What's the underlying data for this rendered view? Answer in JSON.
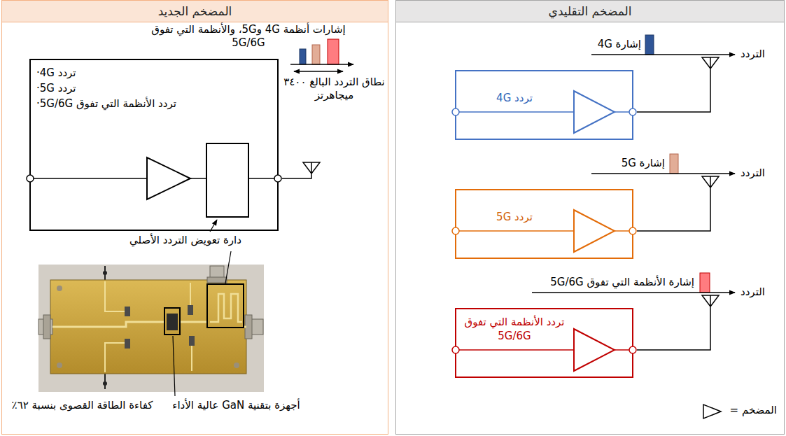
{
  "diagram": {
    "nodes": [
      {
        "text": [
          "المضخم التقليدي"
        ]
      },
      {
        "text": [
          "تردد 4G"
        ],
        "in": 0
      },
      {
        "text": [
          "تردد 5G"
        ],
        "in": 0
      },
      {
        "text": [
          "تردد الأنظمة التي تفوق 5G/6G"
        ],
        "in": 0
      },
      {
        "text": [
          "المضخم الجديد"
        ]
      },
      {
        "text": [
          "تردد 4G·",
          "تردد 5G·",
          "تردد الأنظمة التي تفوق 5G/6G·"
        ],
        "in": 4
      }
    ],
    "labels": [
      "إشارة 4G",
      "التردد",
      "إشارة 5G",
      "التردد",
      "إشارة الأنظمة التي تفوق 5G/6G",
      "التردد",
      "إشارات أنظمة 4G و5G، والأنظمة التي تفوق 5G/6G",
      "نطاق التردد البالغ ٣٤٠٠ ميجاهرتز",
      "دارة تعويض التردد الأصلي",
      "أجهزة بتقنية GaN عالية الأداء",
      "كفاءة الطاقة القصوى بنسبة ٦٢٪"
    ],
    "legend": [
      {
        "text": "المضخم ="
      }
    ]
  }
}
